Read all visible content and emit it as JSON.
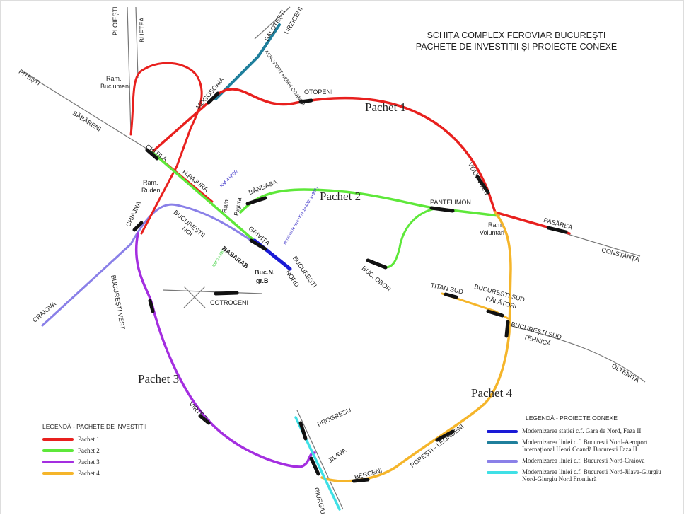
{
  "title": {
    "line1": "SCHIȚA COMPLEX FEROVIAR BUCUREȘTI",
    "line2": "PACHETE DE INVESTIȚII ȘI PROIECTE CONEXE"
  },
  "colors": {
    "pachet1": "#e8201e",
    "pachet2": "#5ee83a",
    "pachet3": "#a42ee0",
    "pachet4": "#f5b52a",
    "gara_nord": "#1a1ad6",
    "aeroport": "#1f7f9c",
    "craiova": "#8a80e8",
    "giurgiu": "#3fe0e6",
    "track": "#777777"
  },
  "pachete": [
    "Pachet 1",
    "Pachet 2",
    "Pachet 3",
    "Pachet 4"
  ],
  "stations": {
    "ploiesti": "PLOIEȘTI",
    "buftea": "BUFTEA",
    "balotesti": "BALOTEȘTI",
    "urziceni": "URZICENI",
    "aeroport": "AEROPORT HENRI COANDĂ",
    "pitesti": "PITEȘTI",
    "ram_buciumeni_1": "Ram.",
    "ram_buciumeni_2": "Buciumeni",
    "mogosoaia": "MOGOȘOAIA",
    "otopeni": "OTOPENI",
    "sabareni": "SĂBĂRENI",
    "chitila": "CHITILA",
    "h_pajura": "H.PAJURA",
    "km_pajura": "KM 4+800",
    "ram_rudeni_1": "Ram.",
    "ram_rudeni_2": "Rudeni",
    "ram_pajura_1": "Ram.",
    "ram_pajura_2": "Pajura",
    "baneasa": "BĂNEASA",
    "terminal": "terminal le fere  (KM 1+400; 1+997)",
    "grivita": "GRIVIȚA",
    "basarab": "BASARAB",
    "buc_n_1": "Buc.N.",
    "buc_n_2": "gr.B",
    "km_basarab": "KM 2+300",
    "buc_noi_1": "BUCUREȘTII",
    "buc_noi_2": "NOI",
    "buc_nord_1": "BUCUREȘTI",
    "buc_nord_2": "NORD",
    "chiajna": "CHIAJNA",
    "craiova": "CRAIOVA",
    "buc_vest": "BUCUREȘTI VEST",
    "cotroceni": "COTROCENI",
    "voluntari": "VOLUNTARI",
    "pantelimon": "PANTELIMON",
    "ram_voluntari_1": "Ram",
    "ram_voluntari_2": "Voluntari",
    "pasarea": "PASĂREA",
    "constanta": "CONSTANȚA",
    "buc_obor": "BUC. OBOR",
    "titan_sud": "TITAN SUD",
    "buc_sud_1": "BUCUREȘTI SUD",
    "buc_sud_2": "CĂLĂTORI",
    "buc_sud_t_1": "BUCUREȘTI SUD",
    "buc_sud_t_2": "TEHNICĂ",
    "oltenita": "OLTENIȚA",
    "virteju": "VIRTEJU",
    "progresu": "PROGRESU",
    "jilava": "JILAVA",
    "giurgiu": "GIURGIU",
    "berceni": "BERCENI",
    "popesti": "POPEȘTI - LEORDENI"
  },
  "legend_pachete": {
    "title": "LEGENDĂ - PACHETE DE INVESTIȚII",
    "items": [
      "Pachet 1",
      "Pachet 2",
      "Pachet 3",
      "Pachet 4"
    ]
  },
  "legend_conexe": {
    "title": "LEGENDĂ - PROIECTE CONEXE",
    "items": [
      "Modernizarea stației c.f. Gara de Nord, Faza II",
      "Modernizarea liniei c.f. București Nord-Aeroport Internațional Henri Coandă București Faza II",
      "Modernizarea liniei c.f. București Nord-Craiova",
      "Modernizarea liniei c.f. București Nord-Jilava-Giurgiu Nord-Giurgiu Nord Frontieră"
    ]
  }
}
